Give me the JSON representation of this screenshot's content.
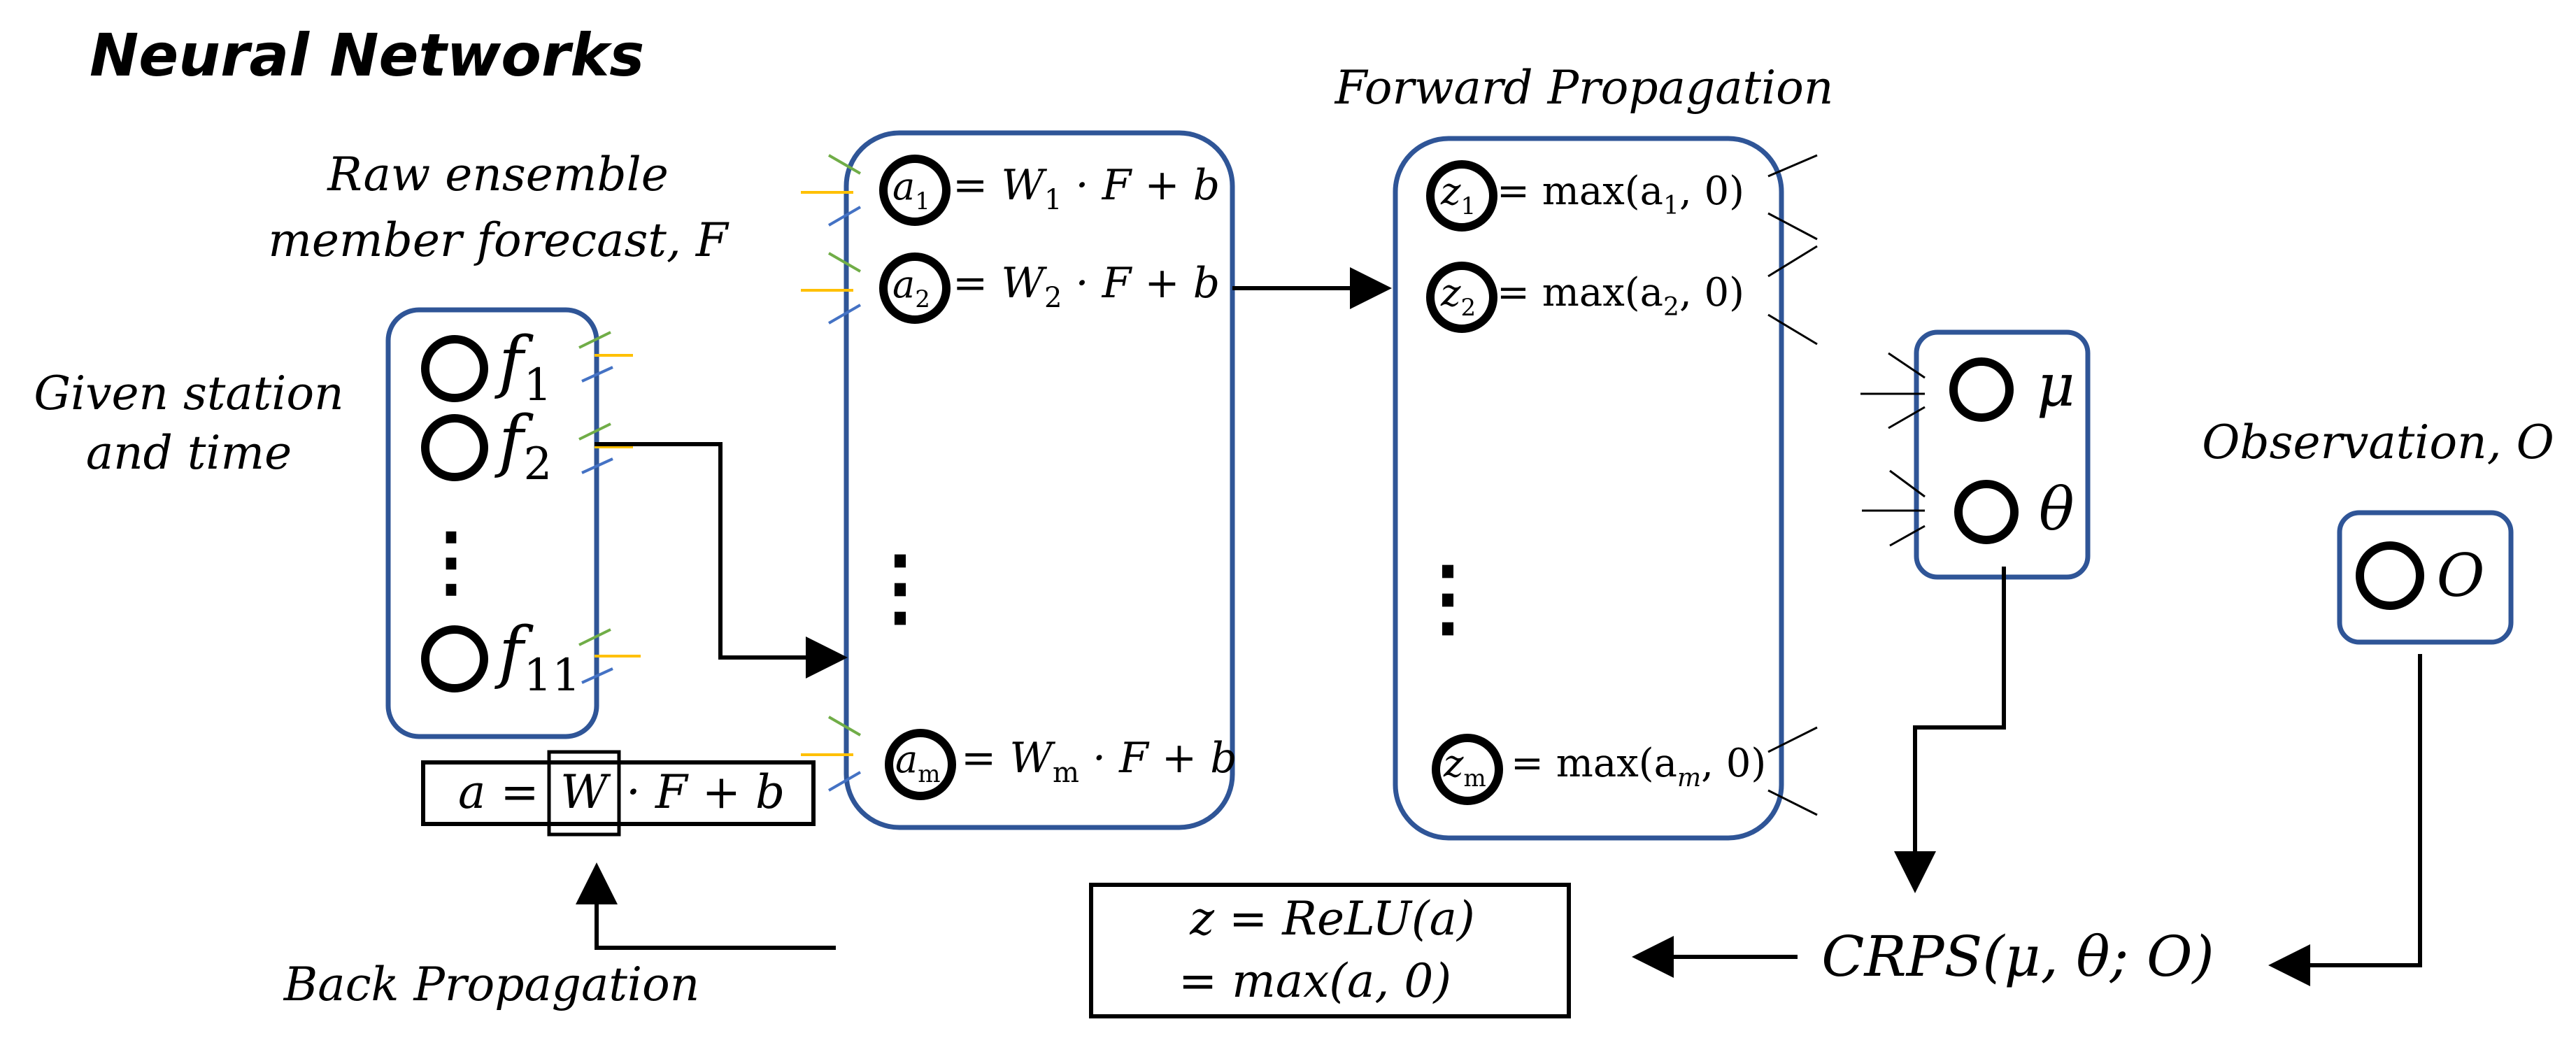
{
  "title": "Neural Networks",
  "labels": {
    "raw_line1": "Raw ensemble",
    "raw_line2": "member forecast, F",
    "station_line1": "Given station",
    "station_line2": "and time",
    "forward": "Forward Propagation",
    "observation": "Observation, O",
    "back": "Back Propagation"
  },
  "input_nodes": {
    "f1": {
      "base": "f",
      "sub": "1"
    },
    "f2": {
      "base": "f",
      "sub": "2"
    },
    "f11": {
      "base": "f",
      "sub": "11"
    },
    "ellipsis": "⋮"
  },
  "weight_formula": {
    "a_eq": "a =",
    "W": "W",
    "rest": "· F + b"
  },
  "linear_layer": {
    "a1": {
      "node": "a",
      "sub": "1",
      "eq": "= W",
      "wsub": "1",
      "tail": " · F + b"
    },
    "a2": {
      "node": "a",
      "sub": "2",
      "eq": "= W",
      "wsub": "2",
      "tail": " · F + b"
    },
    "am": {
      "node": "a",
      "sub": "m",
      "eq": "= W",
      "wsub": "m",
      "tail": " · F + b"
    },
    "ellipsis": "⋮"
  },
  "relu_layer": {
    "z1": {
      "node": "z",
      "sub": "1",
      "pre": "= max(a",
      "asub": "1",
      "post": ", 0)"
    },
    "z2": {
      "node": "z",
      "sub": "2",
      "pre": "= max(a",
      "asub": "2",
      "post": ", 0)"
    },
    "zm": {
      "node": "z",
      "sub": "m",
      "pre": "= max(a",
      "asub": "m",
      "post": ", 0)"
    },
    "ellipsis": "⋮"
  },
  "output_nodes": {
    "mu": "μ",
    "theta": "θ"
  },
  "observation_node": "O",
  "relu_formula": {
    "line1": "z = ReLU(a)",
    "line2": "= max(a, 0)"
  },
  "crps": "CRPS(μ, θ; O)",
  "colors": {
    "box_border": "#2f5597",
    "green_tick": "#70ad47",
    "orange_tick": "#ffc000",
    "blue_tick": "#4472c4",
    "black": "#000000"
  }
}
